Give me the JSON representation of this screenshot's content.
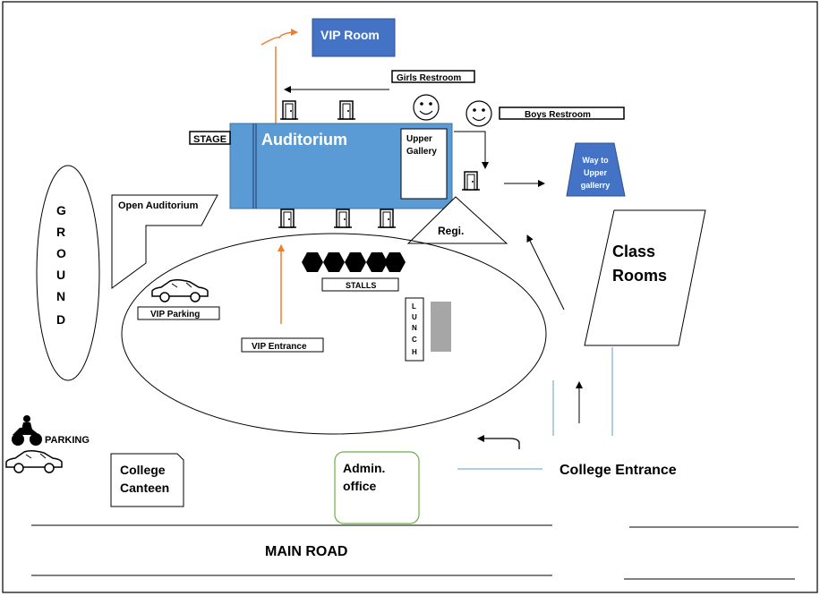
{
  "labels": {
    "vip_room": "VIP Room",
    "girls_restroom": "Girls  Restroom",
    "boys_restroom": "Boys  Restroom",
    "stage": "STAGE",
    "auditorium": "Auditorium",
    "upper_gallery_line1": "Upper",
    "upper_gallery_line2": "Gallery",
    "way_upper_line1": "Way to",
    "way_upper_line2": "Upper",
    "way_upper_line3": "gallerry",
    "open_auditorium": "Open Auditorium",
    "regi": "Regi.",
    "stalls": "STALLS",
    "lunch": [
      "L",
      "U",
      "N",
      "C",
      "H"
    ],
    "vip_parking": "VIP Parking",
    "vip_entrance": "VIP Entrance",
    "class_rooms_line1": "Class",
    "class_rooms_line2": "Rooms",
    "ground": [
      "G",
      "R",
      "O",
      "U",
      "N",
      "D"
    ],
    "parking": "PARKING",
    "college_canteen_line1": "College",
    "college_canteen_line2": "Canteen",
    "admin_office_line1": "Admin.",
    "admin_office_line2": "office",
    "college_entrance": "College Entrance",
    "main_road": "MAIN ROAD"
  },
  "colors": {
    "auditorium_fill": "#5b9bd5",
    "vip_room_fill": "#4472c4",
    "orange_path": "#ed7d31",
    "admin_border": "#70ad47",
    "entrance_lines": "#5b9bd5",
    "lunch_bar": "#a6a6a6"
  },
  "icons": {
    "restroom_person": "smiley-face-icon",
    "door": "door-icon",
    "car": "car-icon",
    "motorbike": "motorbike-icon",
    "stall": "hexagon-stall-icon"
  }
}
